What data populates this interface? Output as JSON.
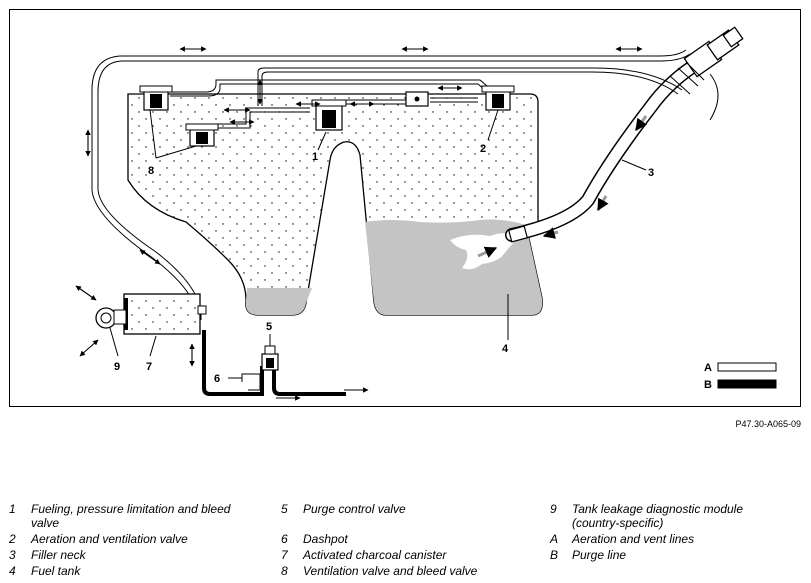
{
  "callouts": [
    "1",
    "2",
    "3",
    "4",
    "5",
    "6",
    "7",
    "8",
    "9"
  ],
  "legend_key": {
    "a": "A",
    "b": "B"
  },
  "reference": "P47.30-A065-09",
  "legend": [
    {
      "num": "1",
      "text": "Fueling, pressure limitation and bleed valve"
    },
    {
      "num": "2",
      "text": "Aeration and ventilation valve"
    },
    {
      "num": "3",
      "text": "Filler neck"
    },
    {
      "num": "4",
      "text": "Fuel tank"
    },
    {
      "num": "5",
      "text": "Purge control valve"
    },
    {
      "num": "6",
      "text": "Dashpot"
    },
    {
      "num": "7",
      "text": "Activated charcoal canister"
    },
    {
      "num": "8",
      "text": "Ventilation valve and bleed valve"
    },
    {
      "num": "9",
      "text": "Tank leakage diagnostic module (country-specific)"
    },
    {
      "num": "A",
      "text": "Aeration and vent lines"
    },
    {
      "num": "B",
      "text": "Purge line"
    }
  ],
  "colors": {
    "fuel": "#c4c4c4",
    "line": "#000000",
    "arrow_flow": "#9a9a9a"
  }
}
